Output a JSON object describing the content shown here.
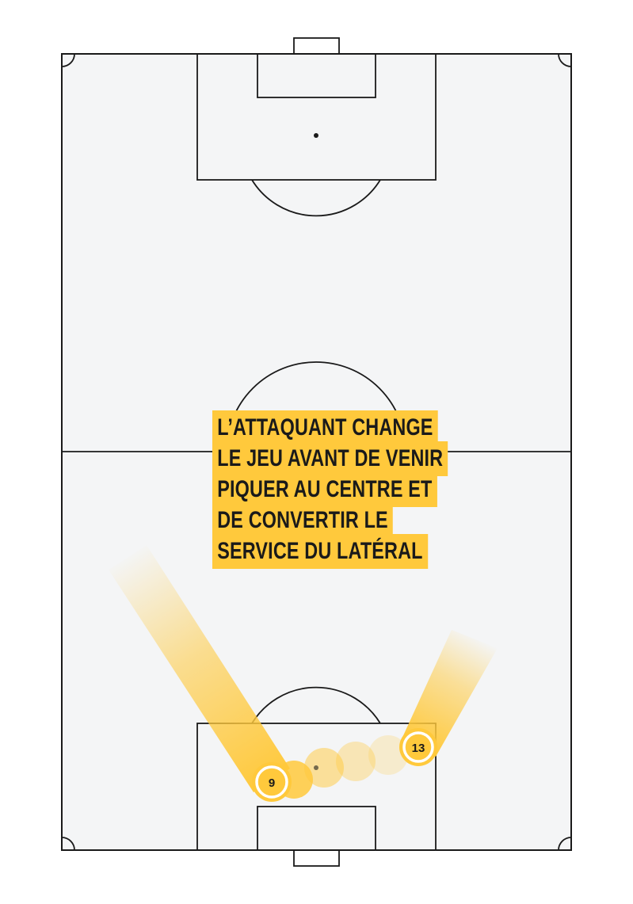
{
  "caption": {
    "lines": [
      "L’ATTAQUANT CHANGE",
      "LE JEU AVANT DE VENIR",
      "PIQUER AU CENTRE ET",
      "DE CONVERTIR LE",
      "SERVICE DU LATÉRAL"
    ]
  },
  "players": [
    {
      "number": "9"
    },
    {
      "number": "13"
    }
  ],
  "colors": {
    "accent": "#ffc93c",
    "pitch": "#f4f5f6",
    "lines": "#1a1a1a"
  }
}
